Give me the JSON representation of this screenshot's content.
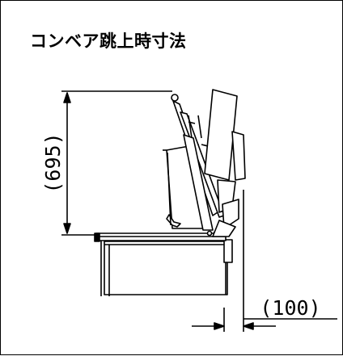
{
  "title": "コンベア跳上時寸法",
  "dimension_height": "(695)",
  "dimension_clearance": "(100)",
  "colors": {
    "line": "#000000",
    "fill": "#ffffff"
  }
}
